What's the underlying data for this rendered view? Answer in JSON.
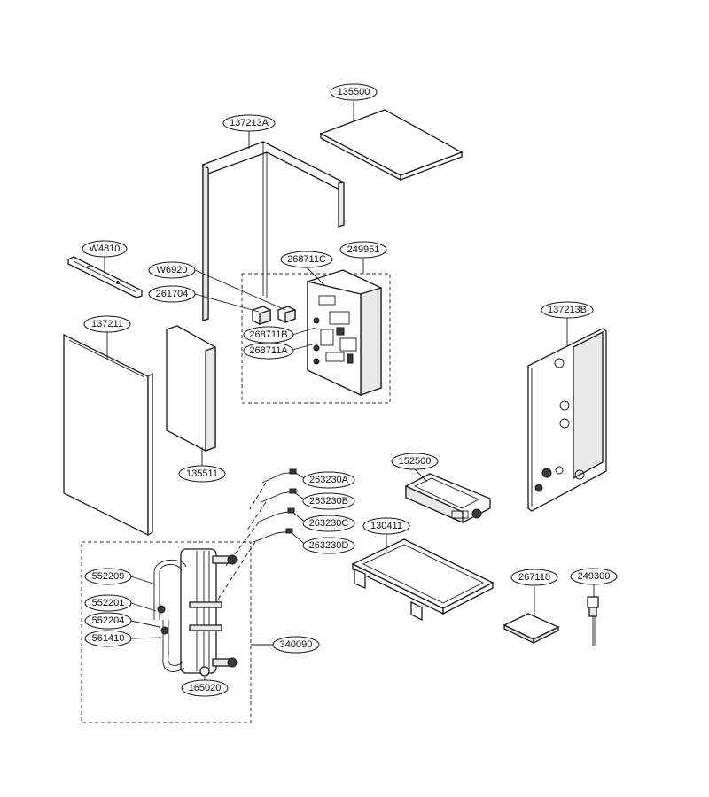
{
  "diagram": {
    "type": "exploded-parts-view",
    "callouts": {
      "c135500": "135500",
      "c137213A": "137213A",
      "c249951": "249951",
      "c268711C": "268711C",
      "cW4810": "W4810",
      "cW6920": "W6920",
      "c261704": "261704",
      "c268711B": "268711B",
      "c268711A": "268711A",
      "c137211": "137211",
      "c137213B": "137213B",
      "c135511": "135511",
      "c152500": "152500",
      "c263230A": "263230A",
      "c263230B": "263230B",
      "c263230C": "263230C",
      "c263230D": "263230D",
      "c130411": "130411",
      "c267110": "267110",
      "c249300": "249300",
      "c552209": "552209",
      "c552201": "552201",
      "c552204": "552204",
      "c561410": "561410",
      "c340090": "340090",
      "c165020": "165020"
    }
  }
}
